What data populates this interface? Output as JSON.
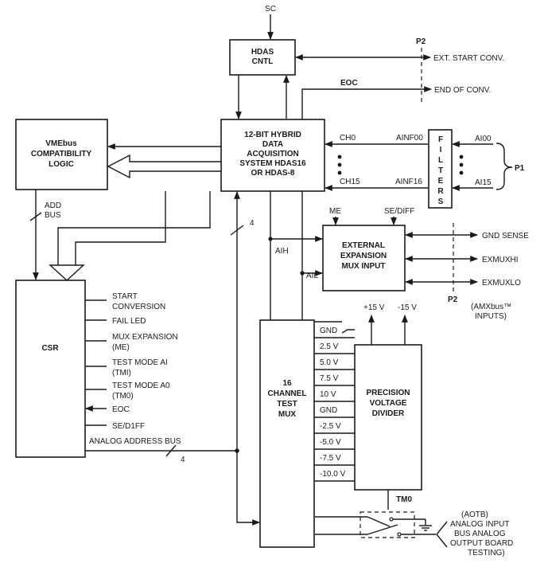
{
  "blocks": {
    "hdas_cntl": [
      "HDAS",
      "CNTL"
    ],
    "vmebus": [
      "VMEbus",
      "COMPATIBILITY",
      "LOGIC"
    ],
    "hybrid": [
      "12-BIT HYBRID",
      "DATA",
      "ACQUISITION",
      "SYSTEM HDAS16",
      "OR HDAS-8"
    ],
    "filters": [
      "F",
      "I",
      "L",
      "T",
      "E",
      "R",
      "S"
    ],
    "ext_mux": [
      "EXTERNAL",
      "EXPANSION",
      "MUX INPUT"
    ],
    "csr": "CSR",
    "test_mux": [
      "16",
      "CHANNEL",
      "TEST",
      "MUX"
    ],
    "divider": [
      "PRECISION",
      "VOLTAGE",
      "DIVIDER"
    ]
  },
  "signals": {
    "sc": "SC",
    "p2": "P2",
    "ext_start": "EXT. START CONV.",
    "eoc": "EOC",
    "end_conv": "END OF CONV.",
    "ch0": "CH0",
    "ch15": "CH15",
    "ainf00": "AINF00",
    "ainf16": "AINF16",
    "ai00": "AI00",
    "ai15": "AI15",
    "p1": "P1",
    "add_bus": [
      "ADD",
      "BUS"
    ],
    "four": "4",
    "me": "ME",
    "se_diff": "SE/DIFF",
    "aih": "AIH",
    "ail": "AIL",
    "gnd_sense": "GND SENSE",
    "exmuxhi": "EXMUXHI",
    "exmuxlo": "EXMUXLO",
    "amxbus": [
      "(AMXbus™",
      "INPUTS)"
    ],
    "plus15": "+15 V",
    "minus15": "-15 V",
    "analog_address_bus": "ANALOG ADDRESS BUS",
    "tm0": "TM0",
    "aotb": [
      "(AOTB)",
      "ANALOG INPUT",
      "BUS ANALOG",
      "OUTPUT BOARD",
      "TESTING)"
    ]
  },
  "csr_signals": [
    [
      "START",
      "CONVERSION"
    ],
    [
      "FAIL LED"
    ],
    [
      "MUX EXPANSION",
      "(ME)"
    ],
    [
      "TEST MODE AI",
      "(TMI)"
    ],
    [
      "TEST MODE A0",
      "(TM0)"
    ],
    [
      "EOC"
    ],
    [
      "SE/D1FF"
    ]
  ],
  "voltage_taps": [
    "GND",
    "2.5 V",
    "5.0 V",
    "7.5 V",
    "10 V",
    "GND",
    "-2.5 V",
    "-5.0 V",
    "-7.5 V",
    "-10.0 V"
  ]
}
